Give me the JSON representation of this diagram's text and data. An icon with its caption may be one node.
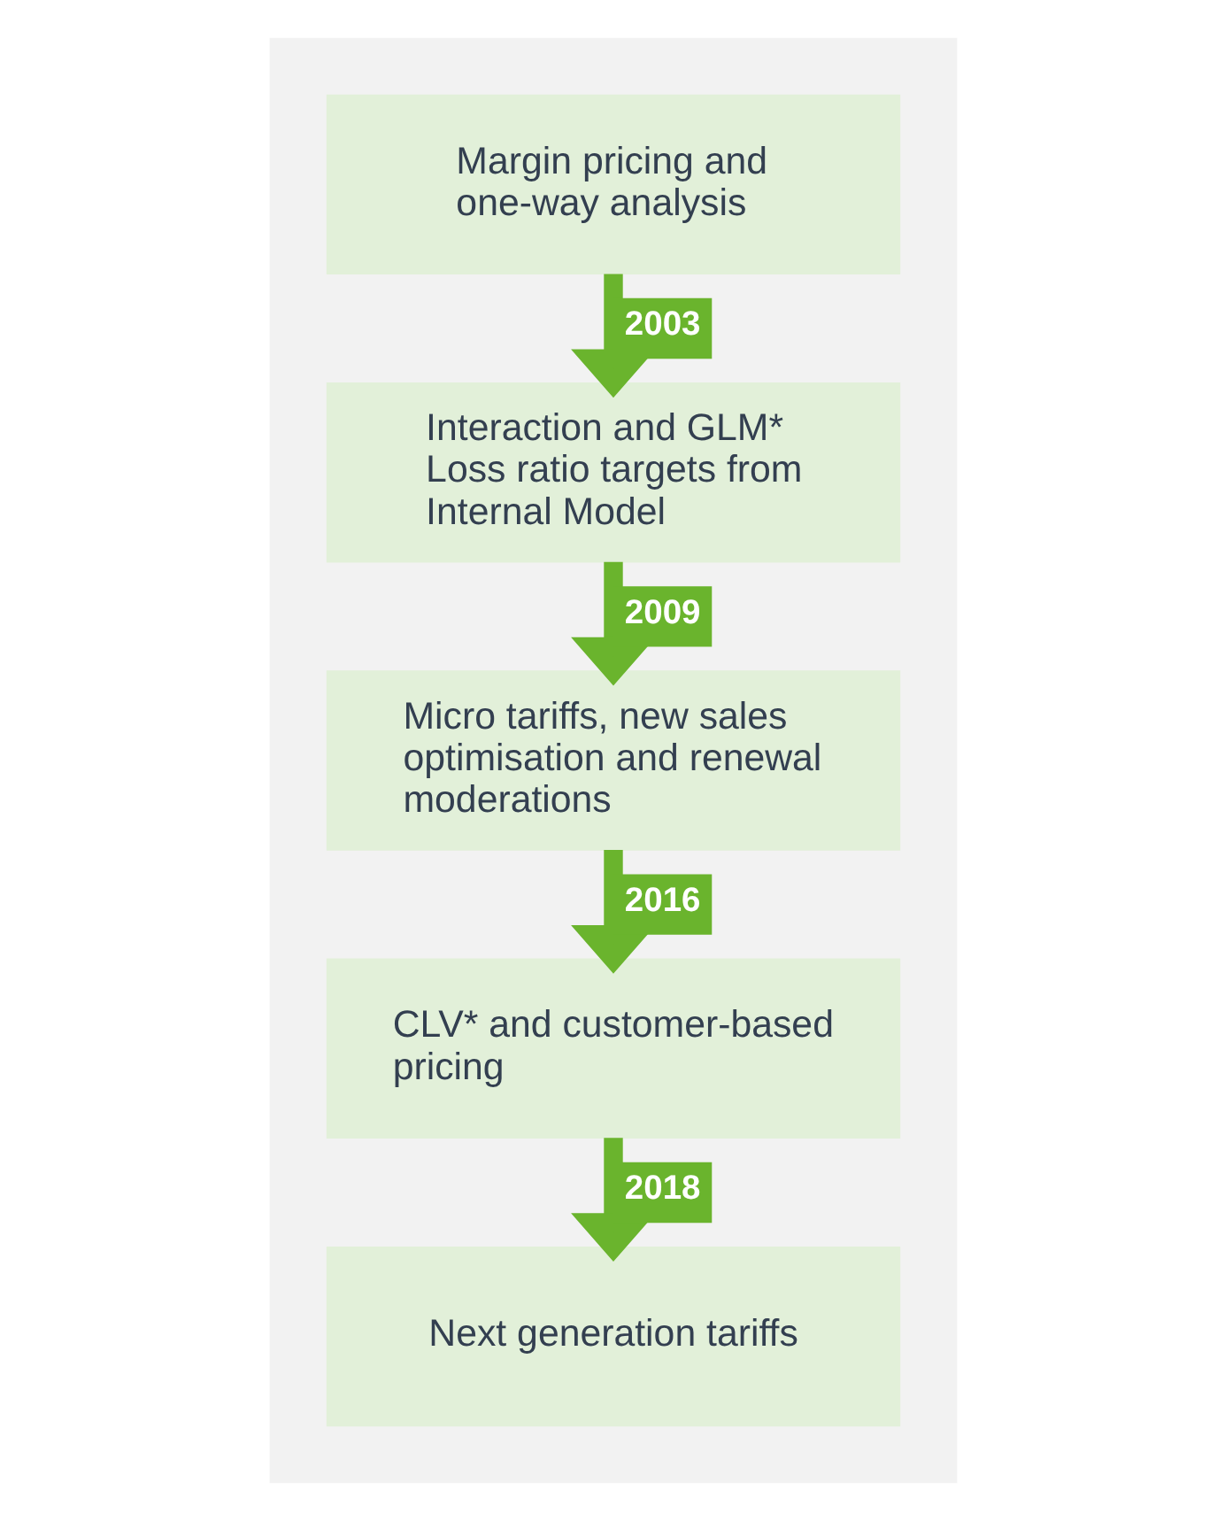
{
  "diagram": {
    "nodes": [
      {
        "text": [],
        "shape": "box"
      },
      {
        "text": [
          "Margin pricing and one-way analysis"
        ],
        "in": 0
      },
      {
        "text": [
          "Interaction and GLM* Loss ratio targets from Internal Model"
        ],
        "in": 0
      },
      {
        "text": [
          "Micro tariffs, new sales optimisation and renewal moderations"
        ],
        "in": 0
      },
      {
        "text": [
          "CLV* and customer-based pricing"
        ],
        "in": 0
      },
      {
        "text": [
          "Next generation tariffs"
        ],
        "in": 0
      }
    ],
    "edges": [
      {
        "from": 1,
        "to": 2,
        "arrow": "to",
        "label": "2003"
      },
      {
        "from": 2,
        "to": 3,
        "arrow": "to",
        "label": "2009"
      },
      {
        "from": 3,
        "to": 4,
        "arrow": "to",
        "label": "2016"
      },
      {
        "from": 4,
        "to": 5,
        "arrow": "to",
        "label": "2018"
      }
    ]
  }
}
